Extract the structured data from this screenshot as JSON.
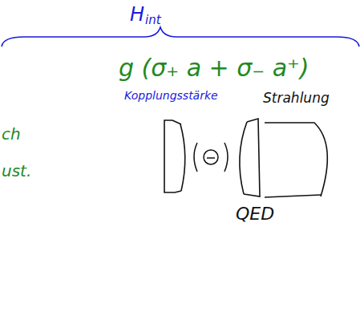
{
  "diagram": {
    "labels": [
      "H",
      "int",
      "g (σ₊ a + σ₋ a⁺)",
      "Kopplungsstärke",
      "Strahlung",
      "ch",
      "ust.",
      "QED"
    ]
  }
}
